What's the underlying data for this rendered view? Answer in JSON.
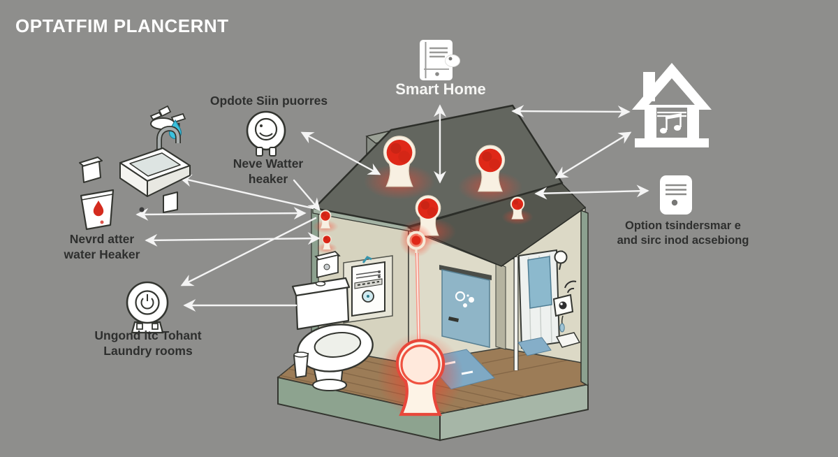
{
  "title": "OPTATFIM PLANCERNT",
  "labels": {
    "smart_home": "Smart Home",
    "sensor_device": "Opdote Siin puorres",
    "water_heater_line1": "Neve Watter",
    "water_heater_line2": "heaker",
    "near_heater_line1": "Nevrd atter",
    "near_heater_line2": "water Heaker",
    "laundry_line1": "Ungond itc Tohant",
    "laundry_line2": "Laundry rooms",
    "alerts_line1": "Option tsindersmar e",
    "alerts_line2": "and sirc inod acsebiong"
  },
  "icons": {
    "dripping_faucet": "faucet disc with blue water drop",
    "sink": "bathroom sink with curved faucet",
    "soap_dispenser": "small pump bottle",
    "leaking_bin": "white bin with red leak drop",
    "washing_machine": "front-load washer drum",
    "water_sensor": "round white leak sensor with two legs",
    "smart_hub": "wall hub panel with text lines and button",
    "music_house": "house silhouette with music note",
    "smart_speaker": "rounded speaker with slats and dot"
  },
  "sensors": {
    "roof_large_count": 3,
    "roof_small_count": 1,
    "gable_small_count": 2,
    "ceiling_count": 1,
    "floor_count": 1,
    "style": "red sphere on cream stand with red glow"
  },
  "colors": {
    "background": "#8e8e8c",
    "title_text": "#ffffff",
    "label_text": "#2e2f2e",
    "roof": "#63665f",
    "ceiling": "#54564e",
    "wall_olive": "#d6d3bf",
    "wall_light": "#dcd9c6",
    "trim_sage": "#a3b2a3",
    "platform": "#a6b6a7",
    "floor_wood": "#9c7c57",
    "door_blue": "#8fb5c7",
    "mat_blue": "#7fa9c4",
    "sensor_red": "#df2818",
    "sensor_body": "#f8f0e2",
    "arrow": "#f4f4f4",
    "drop_blue": "#3bc1dd"
  }
}
